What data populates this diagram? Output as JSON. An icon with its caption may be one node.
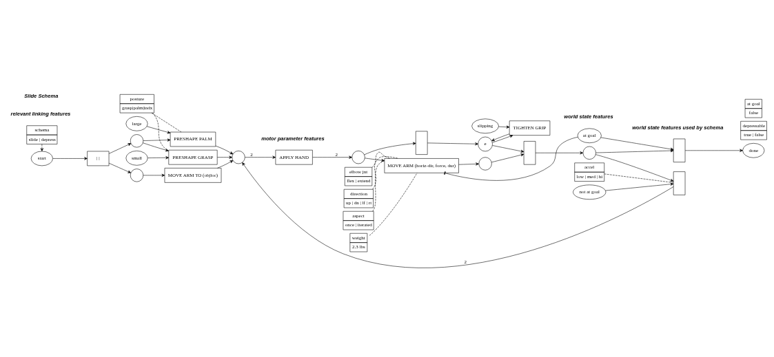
{
  "diagram": {
    "nodes": [
      {
        "text": [
          "schema",
          "slide | depress"
        ]
      },
      {
        "text": [
          "posture",
          "grasp|palm|indx"
        ]
      },
      {
        "text": [
          "elbow jnt",
          "flex | extend"
        ]
      },
      {
        "text": [
          "direction",
          "up | dn | lf | rt"
        ]
      },
      {
        "text": [
          "aspect",
          "once | iterated"
        ]
      },
      {
        "text": [
          "accel",
          "low | med | hi"
        ]
      },
      {
        "text": [
          "depressable",
          "true | false"
        ]
      },
      {
        "text": [
          "weight",
          "2.3 lbs"
        ]
      },
      {
        "text": [
          "at goal",
          "false"
        ]
      },
      {
        "text": [
          "start"
        ]
      },
      {
        "text": [
          "| |"
        ]
      },
      {
        "text": [],
        "shape": "circle"
      },
      {
        "text": [
          "small"
        ]
      },
      {
        "text": [
          "PRESHAPE GRASP"
        ]
      },
      {
        "text": [
          "PRESHAPE PALM"
        ]
      },
      {
        "text": [
          "large"
        ]
      },
      {
        "text": [],
        "shape": "circle"
      },
      {
        "text": [
          "MOVE ARM TO (objloc)"
        ]
      },
      {
        "text": [],
        "shape": "circle"
      },
      {
        "text": [
          "APPLY HAND"
        ]
      },
      {
        "text": [],
        "shape": "circle"
      },
      {
        "text": [],
        "shape": "box"
      },
      {
        "text": [
          "e"
        ]
      },
      {
        "text": [
          "slipping"
        ]
      },
      {
        "text": [
          "TIGHTEN GRIP"
        ]
      },
      {
        "text": [
          "MOVE ARM (horiz-dir, force, dur)"
        ]
      },
      {
        "text": [],
        "shape": "circle"
      },
      {
        "text": [],
        "shape": "box"
      },
      {
        "text": [],
        "shape": "circle"
      },
      {
        "text": [
          "at goal"
        ]
      },
      {
        "text": [],
        "shape": "box"
      },
      {
        "text": [
          "not at goal"
        ]
      },
      {
        "text": [],
        "shape": "box"
      },
      {
        "text": [
          "done"
        ]
      }
    ],
    "edges": [
      {
        "from": 0,
        "to": 9,
        "arrow": "to",
        "style": "dashed"
      },
      {
        "from": 9,
        "to": 10,
        "arrow": "to"
      },
      {
        "from": 10,
        "to": 11,
        "arrow": "to"
      },
      {
        "from": 10,
        "to": 16,
        "arrow": "to"
      },
      {
        "from": 11,
        "to": 13,
        "arrow": "to"
      },
      {
        "from": 11,
        "to": 14,
        "arrow": "to"
      },
      {
        "from": 12,
        "to": 13,
        "arrow": "to"
      },
      {
        "from": 15,
        "to": 14,
        "arrow": "to"
      },
      {
        "from": 16,
        "to": 17,
        "arrow": "to"
      },
      {
        "from": 13,
        "to": 18,
        "arrow": "to"
      },
      {
        "from": 14,
        "to": 18,
        "arrow": "to"
      },
      {
        "from": 17,
        "to": 18,
        "arrow": "to"
      },
      {
        "from": 18,
        "to": 19,
        "arrow": "to",
        "label": "2"
      },
      {
        "from": 19,
        "to": 20,
        "arrow": "to",
        "label": "2"
      },
      {
        "from": 20,
        "to": 25,
        "arrow": "to"
      },
      {
        "from": 20,
        "to": 21,
        "arrow": "to"
      },
      {
        "from": 21,
        "to": 22,
        "arrow": "to"
      },
      {
        "from": 22,
        "to": 24,
        "arrow": "to"
      },
      {
        "from": 23,
        "to": 24,
        "arrow": "to"
      },
      {
        "from": 24,
        "to": 22,
        "arrow": "to"
      },
      {
        "from": 22,
        "to": 27,
        "arrow": "to"
      },
      {
        "from": 25,
        "to": 26,
        "arrow": "to"
      },
      {
        "from": 26,
        "to": 27,
        "arrow": "to"
      },
      {
        "from": 27,
        "to": 28,
        "arrow": "to"
      },
      {
        "from": 29,
        "to": 25,
        "arrow": "other"
      },
      {
        "from": 29,
        "to": 30,
        "arrow": "to"
      },
      {
        "from": 28,
        "to": 30,
        "arrow": "to"
      },
      {
        "from": 30,
        "to": 33,
        "arrow": "to"
      },
      {
        "from": 28,
        "to": 32,
        "arrow": "to"
      },
      {
        "from": 31,
        "to": 32,
        "arrow": "to"
      },
      {
        "from": 32,
        "to": 18,
        "arrow": "to",
        "label": "2"
      },
      {
        "from": 1,
        "to": 13,
        "arrow": "none",
        "style": "dashed"
      },
      {
        "from": 1,
        "to": 14,
        "arrow": "none",
        "style": "dashed"
      },
      {
        "from": 2,
        "to": 25,
        "arrow": "none",
        "style": "dashed"
      },
      {
        "from": 3,
        "to": 25,
        "arrow": "none",
        "style": "dashed"
      },
      {
        "from": 4,
        "to": 25,
        "arrow": "none",
        "style": "dashed"
      },
      {
        "from": 5,
        "to": 32,
        "arrow": "none",
        "style": "dashed"
      },
      {
        "from": 7,
        "to": 25,
        "arrow": "none",
        "style": "dashed"
      }
    ],
    "labels": [
      "relevant linking features",
      "motor parameter features",
      "world state features",
      "world state features used by schema",
      "Slide Schema"
    ]
  }
}
